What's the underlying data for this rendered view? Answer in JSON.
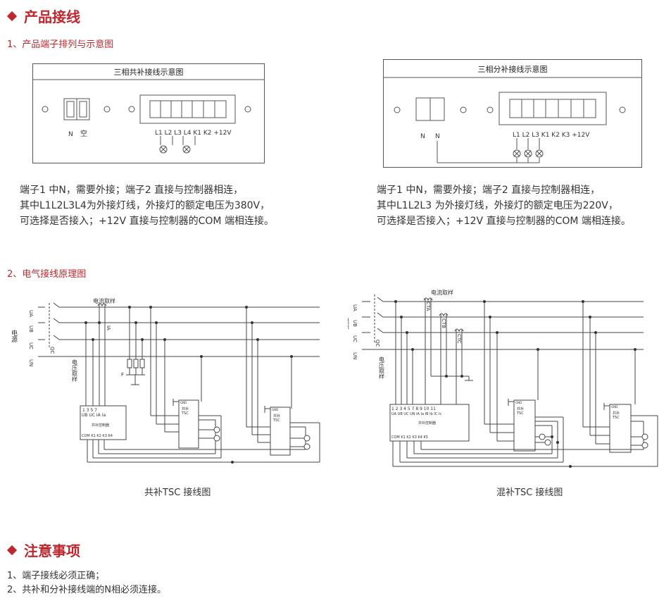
{
  "sections": {
    "wiring": {
      "title": "产品接线"
    },
    "notes": {
      "title": "注意事项"
    }
  },
  "subsections": {
    "terminal": "1、产品端子排列与示意图",
    "principle": "2、电气接线原理图"
  },
  "panels": {
    "left": {
      "title": "三相共补接线示意图",
      "n_label": "N",
      "n2_label": "空",
      "terminals": "L1 L2 L3 L4 K1 K2 +12V"
    },
    "right": {
      "title": "三相分补接线示意图",
      "n_label": "N",
      "n2_label": "N",
      "terminals": "L1 L2 L3 K1 K2 K3 +12V"
    }
  },
  "descriptions": {
    "left": [
      "端子1 中N，需要外接；端子2 直接与控制器相连，",
      "其中L1L2L3L4为外接灯线，外接灯的额定电压为380V，",
      "可选择是否接入；+12V 直接与控制器的COM 端相连接。"
    ],
    "right": [
      "端子1 中N，需要外接；端子2 直接与控制器相连，",
      "其中L1L2L3 为外接灯线，外接灯的额定电压为220V，",
      "可选择是否接入；+12V 直接与控制器的COM 端相连接。"
    ]
  },
  "diagrams": {
    "left": {
      "caption": "共补TSC 接线图",
      "current_label": "电流取样",
      "source_label": "电源",
      "voltage_label": "电压取样",
      "bus": [
        "UA",
        "UB",
        "UC",
        "UN"
      ],
      "qc": "QC",
      "ia": "IA",
      "fuse": "F",
      "ctrl_pins": "1 3 5 7",
      "ctrl_pin_names": "UB UC IA Ia",
      "ctrl_name": "共补控制器",
      "ctrl_outputs": "COM K1 K2 K3 K4",
      "tsc1_name": "共补",
      "tsc2_name": "共补",
      "tsc_sub": "TSC",
      "gnd": "GND"
    },
    "right": {
      "caption": "混补TSC 接线图",
      "current_label": "电流取样",
      "source_label": "电源",
      "voltage_label": "电压取样",
      "bus": [
        "UA",
        "UB",
        "UC",
        "UN"
      ],
      "qc": "QC",
      "cts": [
        "CTA",
        "CTB",
        "CTC"
      ],
      "ctrl_pins": "1 2 3 4 5 7 8 9 10 11",
      "ctrl_pin_names": "UA UB UC UN IA Ia IB Ib IC Ic",
      "ctrl_name": "共补控制器",
      "ctrl_outputs": "COM K1 K2 K3 K4 K5",
      "tsc1_name": "共补",
      "tsc2_name": "共补",
      "tsc_sub": "TSC",
      "gnd": "GND"
    }
  },
  "notes": [
    "1、端子接线必须正确；",
    "2、共补和分补接线端的N相必须连接。"
  ]
}
